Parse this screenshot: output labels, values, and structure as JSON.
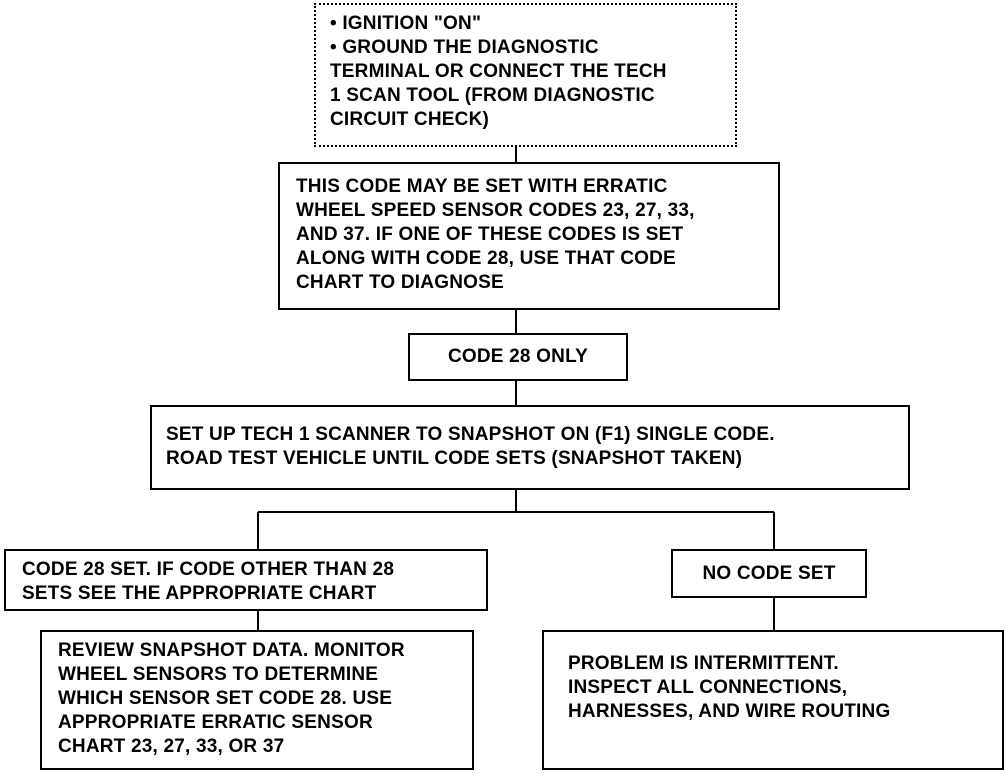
{
  "flowchart": {
    "start_box": {
      "lines": [
        "• IGNITION \"ON\"",
        "• GROUND THE DIAGNOSTIC",
        "TERMINAL OR CONNECT THE TECH",
        "1 SCAN TOOL (FROM DIAGNOSTIC",
        "CIRCUIT CHECK)"
      ]
    },
    "note_box": {
      "lines": [
        "THIS CODE MAY BE SET WITH ERRATIC",
        "WHEEL SPEED SENSOR CODES 23, 27, 33,",
        "AND 37. IF ONE OF THESE CODES IS SET",
        "ALONG WITH CODE 28, USE THAT CODE",
        "CHART TO DIAGNOSE"
      ]
    },
    "code_box": {
      "text": "CODE 28 ONLY"
    },
    "scanner_box": {
      "lines": [
        "SET UP TECH 1 SCANNER TO SNAPSHOT ON (F1) SINGLE CODE.",
        "ROAD TEST VEHICLE UNTIL CODE SETS (SNAPSHOT TAKEN)"
      ]
    },
    "left_branch_box": {
      "lines": [
        "CODE 28 SET. IF CODE OTHER THAN 28",
        "SETS SEE THE APPROPRIATE CHART"
      ]
    },
    "right_branch_box": {
      "text": "NO CODE SET"
    },
    "left_result_box": {
      "lines": [
        "REVIEW SNAPSHOT DATA. MONITOR",
        "WHEEL SENSORS TO DETERMINE",
        "WHICH SENSOR SET CODE 28. USE",
        "APPROPRIATE ERRATIC SENSOR",
        "CHART 23, 27, 33, OR 37"
      ]
    },
    "right_result_box": {
      "lines": [
        "PROBLEM IS INTERMITTENT.",
        "INSPECT ALL CONNECTIONS,",
        "HARNESSES, AND WIRE ROUTING"
      ]
    }
  }
}
